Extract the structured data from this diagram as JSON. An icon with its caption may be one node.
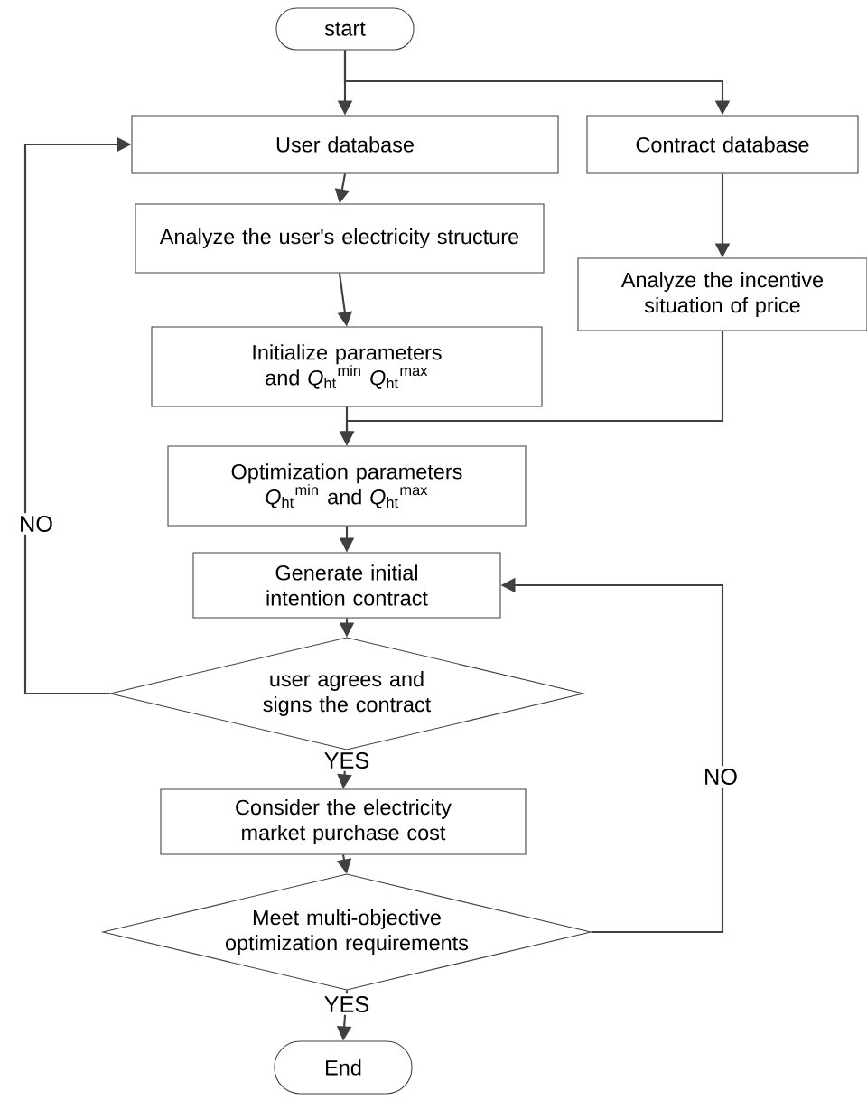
{
  "diagram": {
    "nodes": [
      {
        "text": [
          "start"
        ]
      },
      {
        "text": [
          "User database"
        ]
      },
      {
        "text": [
          "Contract database"
        ]
      },
      {
        "text": [
          "Analyze the user's electricity structure"
        ]
      },
      {
        "text": [
          "Analyze the incentive situation of price"
        ]
      },
      {
        "text": [
          "Initialize parameters and *Q*$_{ht}$$^{min}$ *Q*$_{ht}$$^{max}$"
        ]
      },
      {
        "text": [
          "Optimization parameters *Q*$_{ht}$$^{min}$ and *Q*$_{ht}$$^{max}$"
        ]
      },
      {
        "text": [
          "Generate initial intention contract"
        ]
      },
      {
        "text": [
          "user agrees and signs the contract"
        ]
      },
      {
        "text": [
          "Consider the electricity market purchase cost"
        ]
      },
      {
        "text": [
          "Meet multi-objective optimization requirements"
        ]
      },
      {
        "text": [
          "End"
        ]
      }
    ],
    "edges": [
      {
        "from": 0,
        "to": 1,
        "arrow": "to"
      },
      {
        "from": 0,
        "to": 2,
        "arrow": "to"
      },
      {
        "from": 1,
        "to": 3,
        "arrow": "to"
      },
      {
        "from": 3,
        "to": 5,
        "arrow": "to"
      },
      {
        "from": 2,
        "to": 4,
        "arrow": "to"
      },
      {
        "from": 5,
        "to": 6,
        "arrow": "to"
      },
      {
        "from": 4,
        "to": 6,
        "arrow": "to"
      },
      {
        "from": 6,
        "to": 7,
        "arrow": "to"
      },
      {
        "from": 7,
        "to": 8,
        "arrow": "to"
      },
      {
        "from": 8,
        "to": 9,
        "arrow": "to",
        "label": "YES"
      },
      {
        "from": 9,
        "to": 10,
        "arrow": "to"
      },
      {
        "from": 10,
        "to": 11,
        "arrow": "to",
        "label": "YES"
      },
      {
        "from": 8,
        "to": 1,
        "arrow": "to",
        "label": "NO"
      },
      {
        "from": 10,
        "to": 7,
        "arrow": "to",
        "label": "NO"
      }
    ]
  }
}
